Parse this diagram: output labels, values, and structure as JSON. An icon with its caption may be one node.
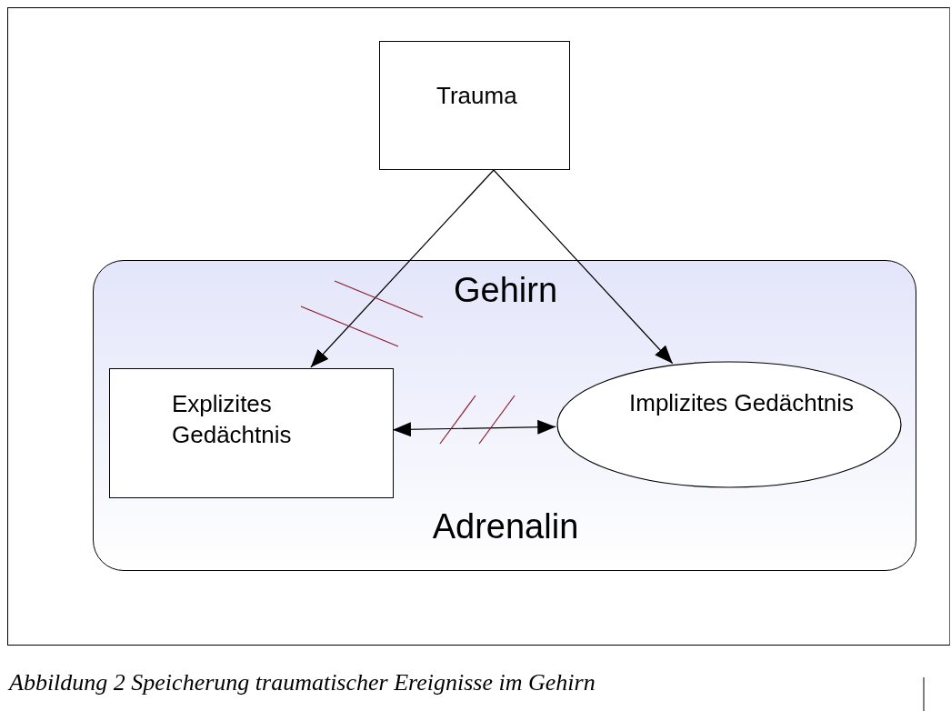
{
  "diagram": {
    "caption": "Abbildung 2 Speicherung traumatischer Ereignisse im Gehirn",
    "nodes": [
      {
        "text": [
          "Trauma"
        ]
      },
      {
        "text": [
          "Gehirn",
          "Adrenalin"
        ]
      },
      {
        "text": [
          "Explizites Gedächtnis"
        ],
        "in": 1
      },
      {
        "text": [
          "Implizites Gedächtnis"
        ],
        "in": 1
      }
    ],
    "edges": [
      {
        "from": 0,
        "to": 2,
        "arrow": "to"
      },
      {
        "from": 0,
        "to": 3,
        "arrow": "to"
      },
      {
        "from": 2,
        "to": 3,
        "arrow": "both"
      }
    ]
  }
}
